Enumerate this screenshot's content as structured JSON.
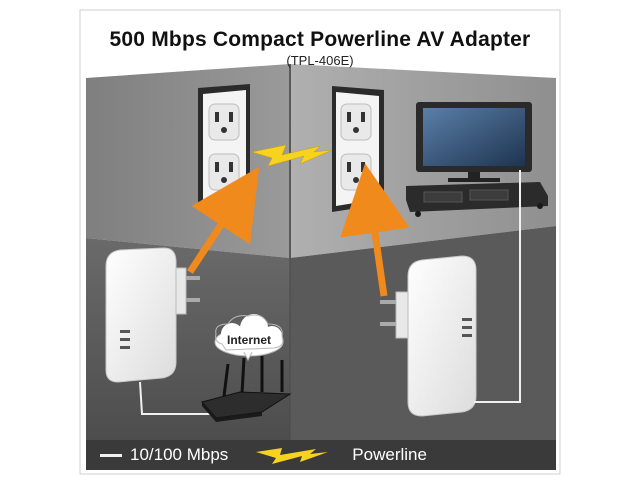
{
  "title": "500 Mbps Compact Powerline AV Adapter",
  "subtitle": "(TPL-406E)",
  "cloud_label": "Internet",
  "legend": {
    "ethernet_label": "10/100 Mbps",
    "powerline_label": "Powerline"
  },
  "colors": {
    "wall_left": "#8a8a8a",
    "wall_right": "#a3a3a3",
    "floor": "#5e5e5e",
    "arrow": "#f08a1c",
    "bolt": "#f7d21e",
    "legend_bar": "#3a3a3a"
  },
  "icons": {
    "outlet": "wall-outlet-icon",
    "adapter": "powerline-adapter-icon",
    "router": "router-icon",
    "tv": "television-icon",
    "cloud": "cloud-icon",
    "bolt": "lightning-bolt-icon",
    "arrow": "plug-in-arrow-icon"
  }
}
